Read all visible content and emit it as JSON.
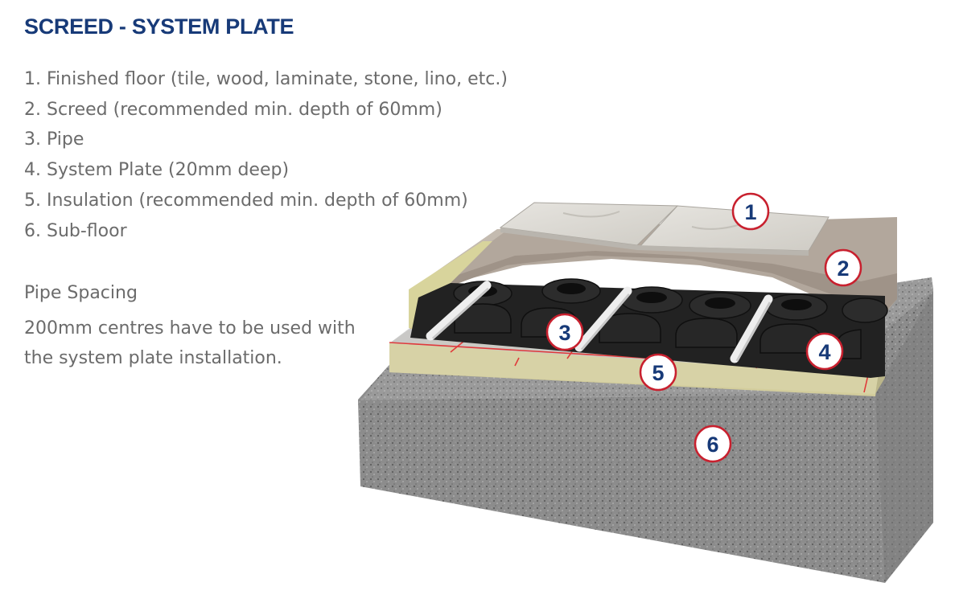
{
  "title": "SCREED - SYSTEM PLATE",
  "legend": [
    "1. Finished floor (tile, wood, laminate, stone, lino, etc.)",
    "2. Screed (recommended min. depth of 60mm)",
    "3. Pipe",
    "4. System Plate (20mm deep)",
    "5. Insulation (recommended min. depth of 60mm)",
    "6. Sub-floor"
  ],
  "pipe_spacing": {
    "heading": "Pipe Spacing",
    "text": "200mm centres have to be used with the system plate installation."
  },
  "callouts": [
    "1",
    "2",
    "3",
    "4",
    "5",
    "6"
  ],
  "colors": {
    "title": "#173a78",
    "text": "#6b6b6b",
    "badge_ring": "#c8202e",
    "badge_number": "#173a78",
    "concrete": "#8a8a8a",
    "insulation": "#d2cc9a",
    "screed": "#b3a89d",
    "plate": "#1e1e1e",
    "tile": "#dcd9d2",
    "grid_lines": "#e03a3a"
  }
}
